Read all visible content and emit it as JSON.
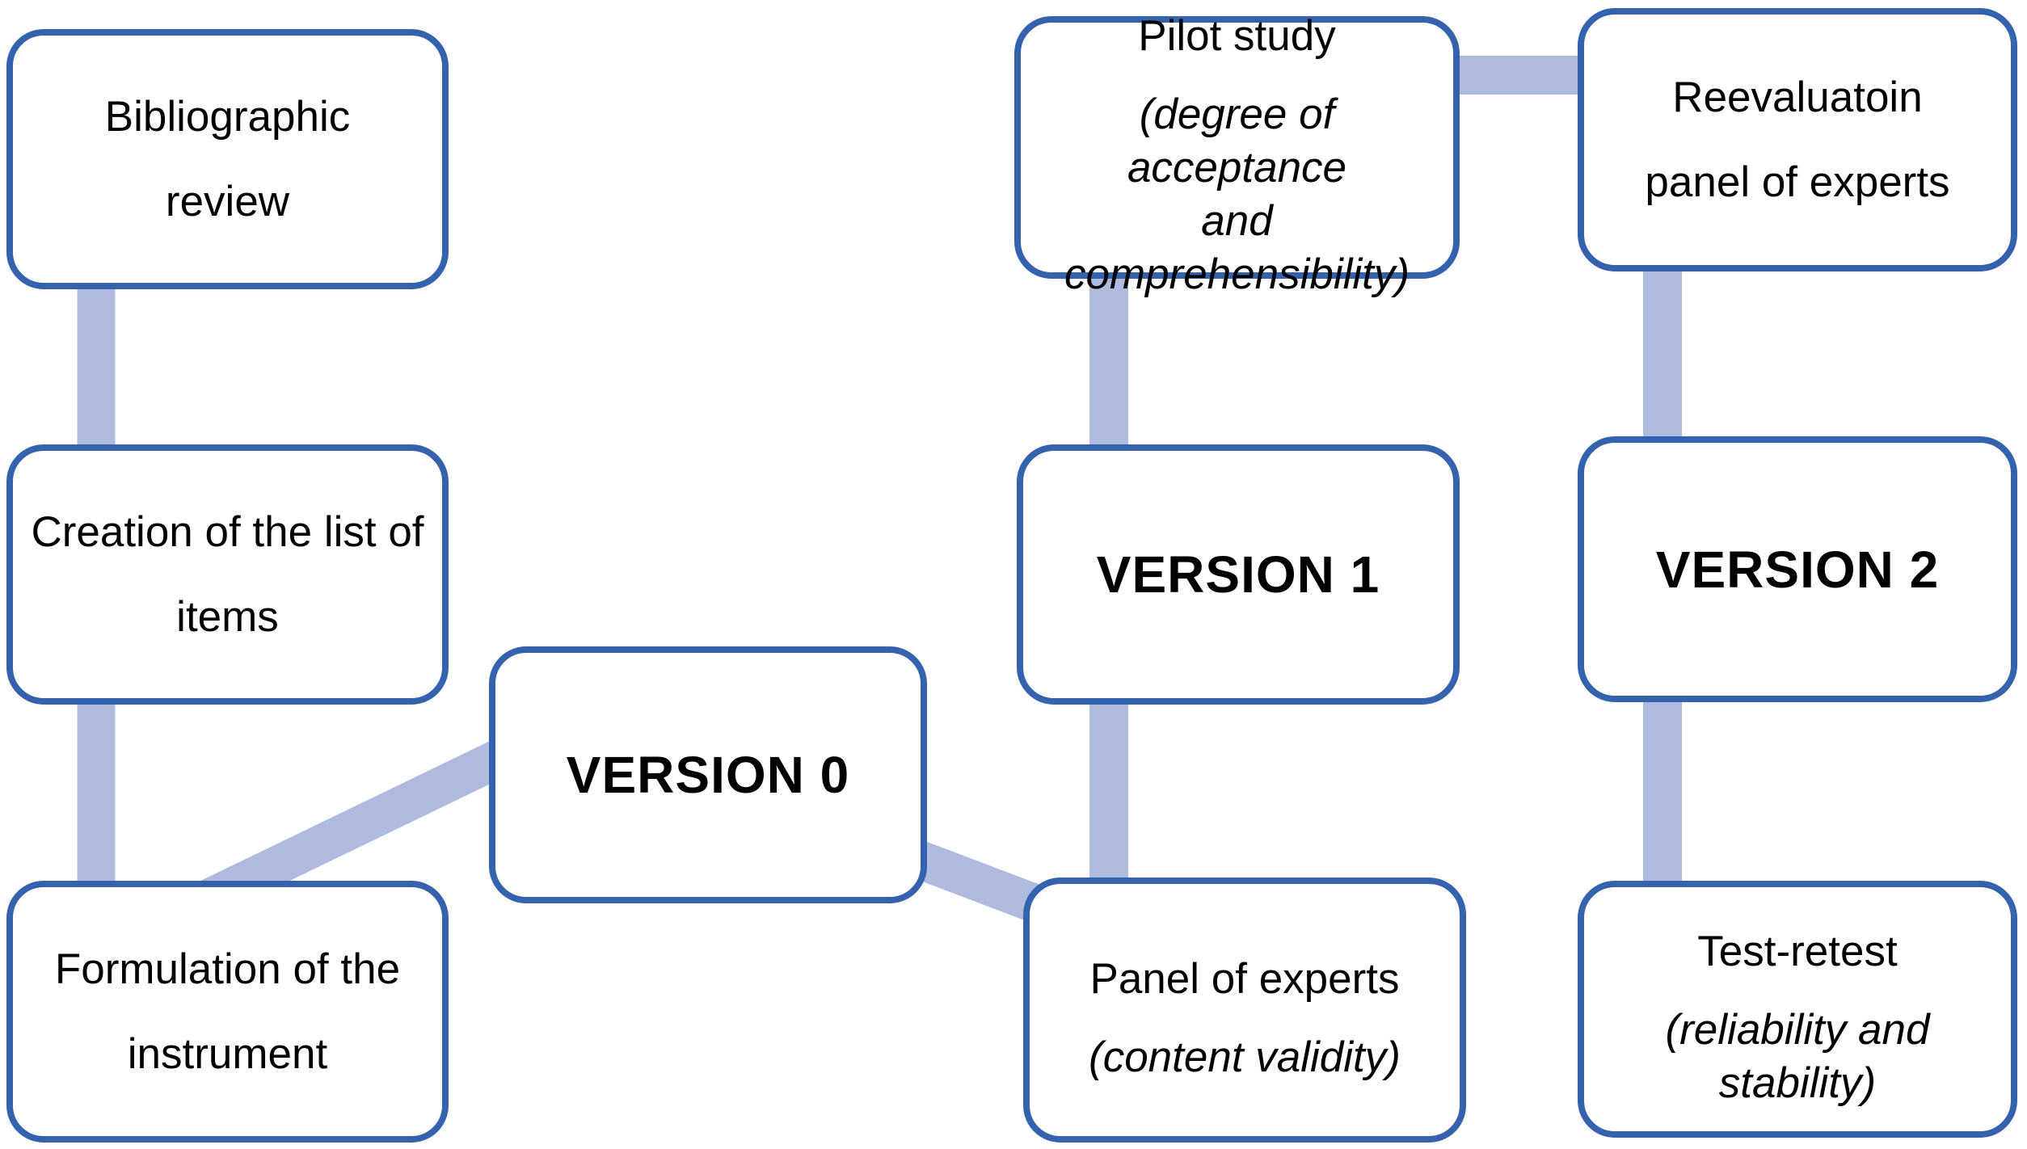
{
  "diagram": {
    "description": "Flowchart of questionnaire development and validation stages",
    "colors": {
      "box_border": "#3562ad",
      "box_fill": "#ffffff",
      "connector": "#aebade",
      "text": "#000000",
      "background": "#ffffff"
    },
    "nodes": {
      "bibliographic_review": {
        "label": [
          "Bibliographic",
          "review"
        ]
      },
      "creation_list": {
        "label": [
          "Creation of the list of",
          "items"
        ]
      },
      "formulation": {
        "label": [
          "Formulation of the",
          "instrument"
        ]
      },
      "version_0": {
        "label": [
          "VERSION 0"
        ]
      },
      "pilot_study": {
        "label": [
          "Pilot study"
        ],
        "sublabel": [
          "(degree of acceptance",
          "and comprehensibility)"
        ]
      },
      "version_1": {
        "label": [
          "VERSION 1"
        ]
      },
      "panel_of_experts": {
        "label": [
          "Panel of experts"
        ],
        "sublabel": [
          "(content validity)"
        ]
      },
      "reevaluation_panel": {
        "label": [
          "Reevaluatoin",
          "panel of experts"
        ]
      },
      "version_2": {
        "label": [
          "VERSION 2"
        ]
      },
      "test_retest": {
        "label": [
          "Test-retest"
        ],
        "sublabel": [
          "(reliability and",
          "stability)"
        ]
      }
    },
    "edges": [
      {
        "from": "bibliographic_review",
        "to": "creation_list"
      },
      {
        "from": "creation_list",
        "to": "formulation"
      },
      {
        "from": "formulation",
        "to": "version_0"
      },
      {
        "from": "version_0",
        "to": "panel_of_experts"
      },
      {
        "from": "panel_of_experts",
        "to": "version_1"
      },
      {
        "from": "version_1",
        "to": "pilot_study"
      },
      {
        "from": "pilot_study",
        "to": "reevaluation_panel"
      },
      {
        "from": "reevaluation_panel",
        "to": "version_2"
      },
      {
        "from": "version_2",
        "to": "test_retest"
      }
    ]
  }
}
